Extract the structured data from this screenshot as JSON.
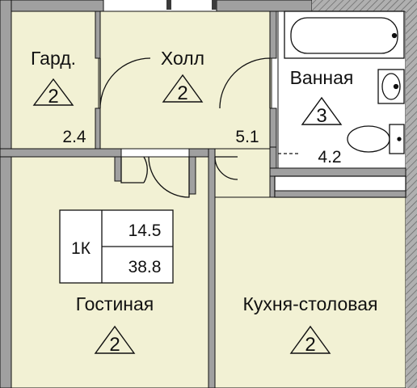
{
  "colors": {
    "floor": "#f2f1d4",
    "wall": "#a0a0a0",
    "wall_dark": "#3a3a3a",
    "line": "#111111",
    "bath_floor": "#ffffff"
  },
  "rooms": {
    "wardrobe": {
      "name": "Гард.",
      "marker": "2",
      "area": "2.4"
    },
    "hall": {
      "name": "Холл",
      "marker": "2",
      "area": "5.1"
    },
    "bathroom": {
      "name": "Ванная",
      "marker": "3",
      "area": "4.2"
    },
    "living": {
      "name": "Гостиная",
      "marker": "2"
    },
    "kitchen": {
      "name": "Кухня-столовая",
      "marker": "2"
    }
  },
  "info_box": {
    "type": "1К",
    "living_area": "14.5",
    "total_area": "38.8"
  },
  "icons": [
    "bathtub-icon",
    "sink-icon",
    "toilet-icon",
    "door-swing-icon",
    "room-marker-triangle-icon"
  ]
}
